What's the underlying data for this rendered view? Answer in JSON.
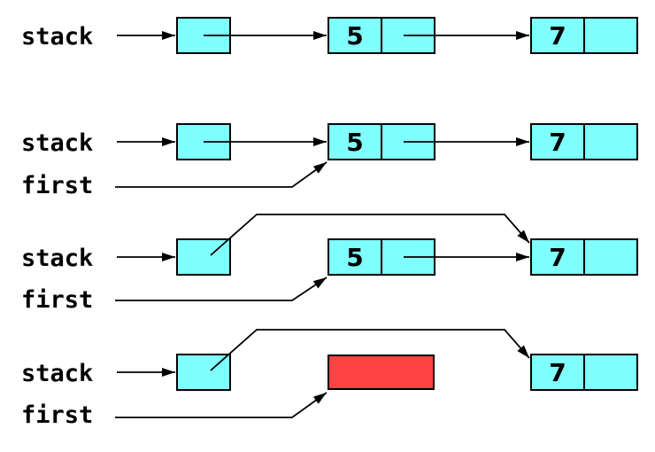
{
  "colors": {
    "node_fill": "#80FFFF",
    "deleted_fill": "#FF4242",
    "line": "#000000",
    "background": "#FFFFFF"
  },
  "rows": [
    {
      "stack_label": "stack",
      "node1_value": "5",
      "node2_value": "7"
    },
    {
      "stack_label": "stack",
      "first_label": "first",
      "node1_value": "5",
      "node2_value": "7"
    },
    {
      "stack_label": "stack",
      "first_label": "first",
      "node1_value": "5",
      "node2_value": "7"
    },
    {
      "stack_label": "stack",
      "first_label": "first",
      "node2_value": "7"
    }
  ]
}
